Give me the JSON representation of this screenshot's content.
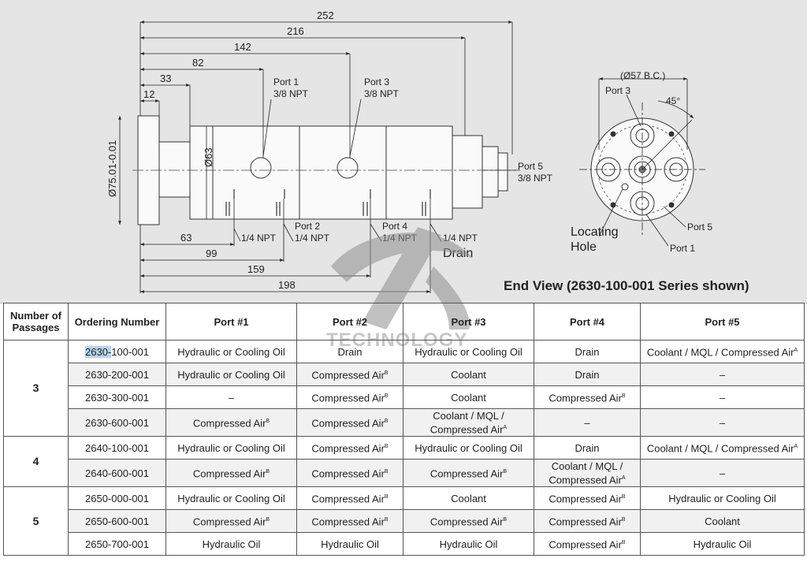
{
  "drawing": {
    "dimensions": {
      "top": [
        "252",
        "216",
        "142",
        "82",
        "33",
        "12"
      ],
      "bottom": [
        "63",
        "99",
        "159",
        "198"
      ],
      "diameter_75": "Ø75.01-0.01",
      "diameter_63": "Ø63",
      "bolt_circle": "(Ø57 B.C.)",
      "angle": "45°"
    },
    "labels": {
      "port1": "Port 1",
      "port1_thread": "3/8 NPT",
      "port3": "Port 3",
      "port3_thread": "3/8 NPT",
      "port5": "Port 5",
      "port5_thread": "3/8 NPT",
      "port2": "Port 2",
      "port2_thread": "1/4 NPT",
      "port4": "Port 4",
      "port4_thread": "1/4 NPT",
      "drain_thread": "1/4 NPT",
      "drain_pre": "1/4 NPT",
      "drain": "Drain"
    },
    "end_view": {
      "port3": "Port 3",
      "port5": "Port 5",
      "port1": "Port 1",
      "locating": "Locating",
      "hole": "Hole"
    },
    "caption": "End View (2630-100-001 Series shown)"
  },
  "watermark": "TECHNOLOGY",
  "table": {
    "headers": {
      "passages": "Number of Passages",
      "ordering": "Ordering Number",
      "p1": "Port #1",
      "p2": "Port #2",
      "p3": "Port #3",
      "p4": "Port #4",
      "p5": "Port #5"
    },
    "groups": [
      {
        "passages": "3",
        "rows": [
          {
            "prefix": "2630-",
            "rest": "100-001",
            "p1": "Hydraulic or Cooling Oil",
            "p1s": "",
            "p2": "Drain",
            "p2s": "",
            "p3": "Hydraulic or Cooling Oil",
            "p3s": "",
            "p4": "Drain",
            "p4s": "",
            "p5": "Coolant / MQL / Compressed Air",
            "p5s": "A"
          },
          {
            "prefix": "",
            "rest": "2630-200-001",
            "p1": "Hydraulic or Cooling Oil",
            "p1s": "",
            "p2": "Compressed Air",
            "p2s": "B",
            "p3": "Coolant",
            "p3s": "",
            "p4": "Drain",
            "p4s": "",
            "p5": "–",
            "p5s": ""
          },
          {
            "prefix": "",
            "rest": "2630-300-001",
            "p1": "–",
            "p1s": "",
            "p2": "Compressed Air",
            "p2s": "B",
            "p3": "Coolant",
            "p3s": "",
            "p4": "Compressed Air",
            "p4s": "B",
            "p5": "–",
            "p5s": ""
          },
          {
            "prefix": "",
            "rest": "2630-600-001",
            "p1": "Compressed Air",
            "p1s": "B",
            "p2": "Compressed Air",
            "p2s": "B",
            "p3": "Coolant / MQL / Compressed Air",
            "p3s": "A",
            "p4": "–",
            "p4s": "",
            "p5": "–",
            "p5s": ""
          }
        ]
      },
      {
        "passages": "4",
        "rows": [
          {
            "prefix": "",
            "rest": "2640-100-001",
            "p1": "Hydraulic or Cooling Oil",
            "p1s": "",
            "p2": "Compressed Air",
            "p2s": "B",
            "p3": "Hydraulic or Cooling Oil",
            "p3s": "",
            "p4": "Drain",
            "p4s": "",
            "p5": "Coolant / MQL / Compressed Air",
            "p5s": "A"
          },
          {
            "prefix": "",
            "rest": "2640-600-001",
            "p1": "Compressed Air",
            "p1s": "B",
            "p2": "Compressed Air",
            "p2s": "B",
            "p3": "Compressed Air",
            "p3s": "B",
            "p4": "Coolant / MQL / Compressed Air",
            "p4s": "A",
            "p5": "–",
            "p5s": ""
          }
        ]
      },
      {
        "passages": "5",
        "rows": [
          {
            "prefix": "",
            "rest": "2650-000-001",
            "p1": "Hydraulic or Cooling Oil",
            "p1s": "",
            "p2": "Compressed Air",
            "p2s": "B",
            "p3": "Coolant",
            "p3s": "",
            "p4": "Compressed Air",
            "p4s": "B",
            "p5": "Hydraulic or Cooling Oil",
            "p5s": ""
          },
          {
            "prefix": "",
            "rest": "2650-600-001",
            "p1": "Compressed Air",
            "p1s": "B",
            "p2": "Compressed Air",
            "p2s": "B",
            "p3": "Compressed Air",
            "p3s": "B",
            "p4": "Compressed Air",
            "p4s": "B",
            "p5": "Coolant",
            "p5s": ""
          },
          {
            "prefix": "",
            "rest": "2650-700-001",
            "p1": "Hydraulic Oil",
            "p1s": "",
            "p2": "Hydraulic Oil",
            "p2s": "",
            "p3": "Hydraulic Oil",
            "p3s": "",
            "p4": "Compressed Air",
            "p4s": "B",
            "p5": "Hydraulic Oil",
            "p5s": ""
          }
        ]
      }
    ]
  }
}
